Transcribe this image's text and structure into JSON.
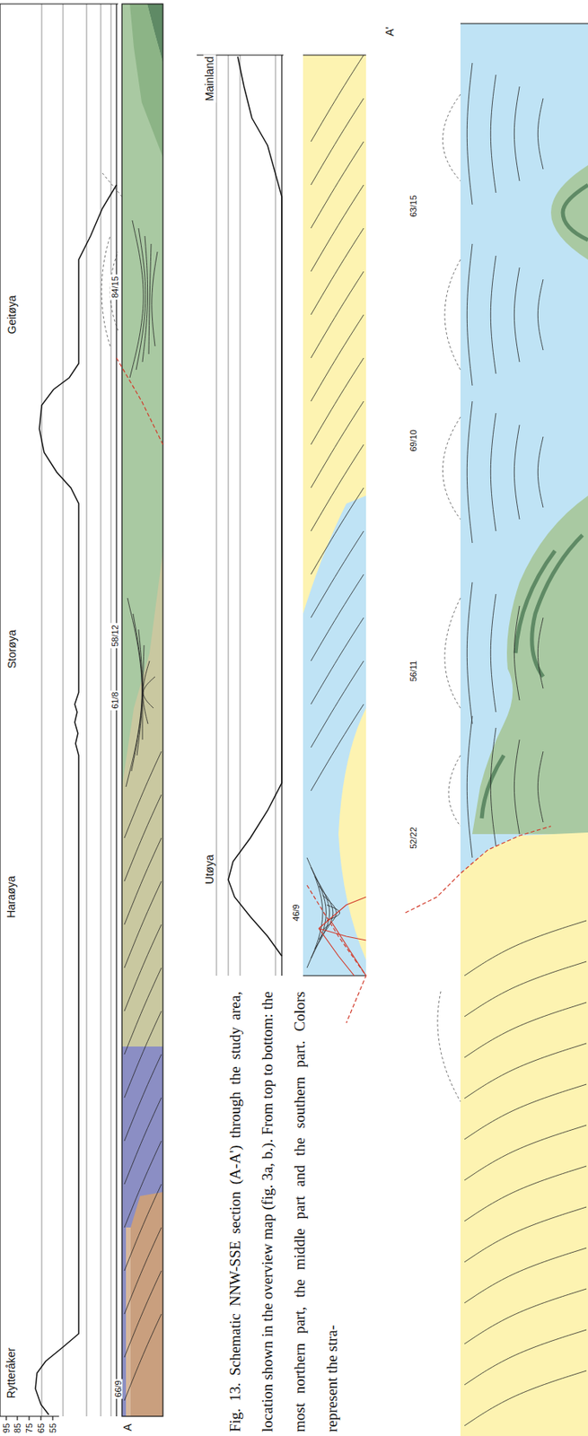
{
  "diagram": {
    "caption": "Fig. 13. Schematic NNW-SSE section (A-A') through the study area, location shown in the overview map (fig. 3a, b.). From top to bottom: the most northern part, the middle part and the southern part. Colors represent the stra-",
    "labels": [
      "Rytteråker",
      "Haraøya",
      "Storøya",
      "Geitøya",
      "95",
      "85",
      "75",
      "65",
      "55",
      "A",
      "66/9",
      "61/8",
      "58/12",
      "84/15",
      "Mainland",
      "Utøya",
      "46/9",
      "A'",
      "63/15",
      "69/10",
      "56/11",
      "52/22"
    ]
  }
}
